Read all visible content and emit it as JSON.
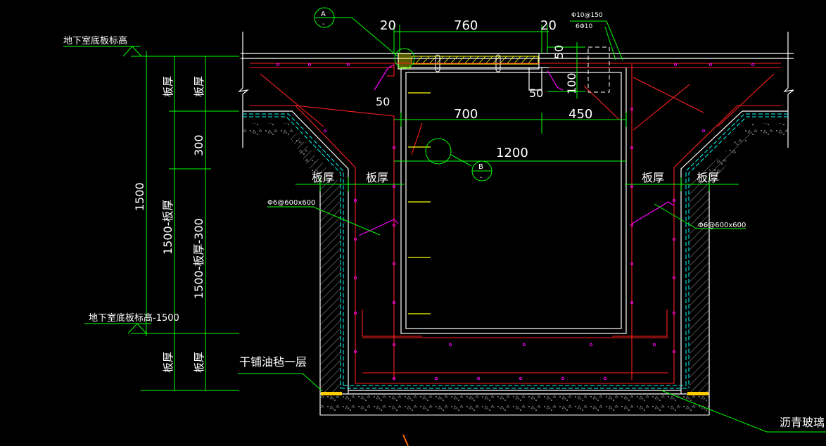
{
  "colors": {
    "background": "#000000",
    "slab_line": "#ffffff",
    "dimension": "#00ff00",
    "rebar": "#ff2020",
    "stirrup_dots": "#ff00ff",
    "waterproof": "#00ffff",
    "hatch": "#a0a0a0",
    "yellow_marks": "#ffff00",
    "orange": "#ff8000"
  },
  "labels": {
    "top_level": "地下室底板标高",
    "bottom_level": "地下室底板标高-1500",
    "waterproof_felt": "干铺油毡一层",
    "asphalt": "沥青玻璃",
    "rebar_left": "Φ6@600x600",
    "rebar_right": "Φ6@600x600",
    "rebar_top_1": "Φ10@150",
    "rebar_top_2": "6Φ10"
  },
  "callouts": {
    "a_letter": "A",
    "a_sub": "-",
    "b_letter": "B",
    "b_sub": "-"
  },
  "dimensions": {
    "d20_left": "20",
    "d760": "760",
    "d20_right": "20",
    "d50_right": "50",
    "d50_left": "50",
    "d50_mid": "50",
    "d100": "100",
    "d700": "700",
    "d450": "450",
    "d1200": "1200",
    "d1500": "1500",
    "d1500_slab": "1500-板厚",
    "d1500_slab_300": "1500-板厚-300",
    "d300": "300",
    "slab_a": "板厚",
    "slab_b": "板厚",
    "slab_c": "板厚",
    "slab_d": "板厚",
    "slab_e": "板厚",
    "slab_f": "板厚",
    "slab_g": "板厚",
    "slab_h": "板厚"
  }
}
